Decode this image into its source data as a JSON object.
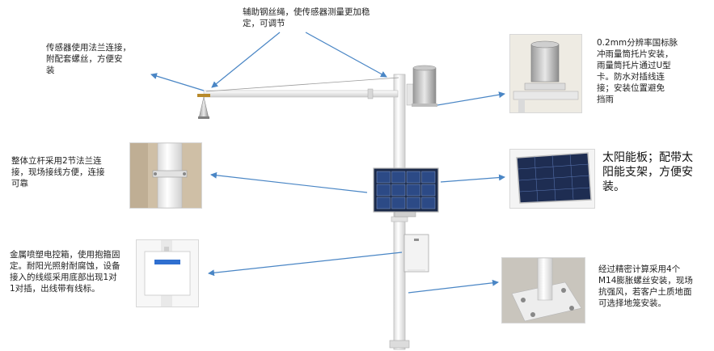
{
  "labels": {
    "rope": "辅助钢丝绳，使传感器测量更加稳\n定，可调节",
    "flange_sensor": "传感器使用法兰连接，\n附配套螺丝，方便安\n装",
    "rain_gauge": "0.2mm分辨率国标脉\n冲雨量筒托片安装，\n雨量筒托片通过U型\n卡。防水对插线连\n接；安装位置避免\n挡雨",
    "pole": "整体立杆采用2节法兰连\n接，现场接线方便，连接\n可靠",
    "solar": "太阳能板；配带太\n阳能支架，方便安\n装。",
    "control_box": "金属喷塑电控箱，使用抱箍固\n定。耐阳光照射耐腐蚀，设备\n接入的线缆采用底部出现1对\n1对插，出线带有线标。",
    "base": "经过精密计算采用4个\nM14膨胀螺丝安装，现场\n抗强风，若客户土质地面\n可选择地笼安装。"
  },
  "colors": {
    "arrow": "#4a86c5",
    "pole": "#f2f2f2",
    "panel": "#1b2a4a",
    "panel_cell": "#2c4a86"
  }
}
